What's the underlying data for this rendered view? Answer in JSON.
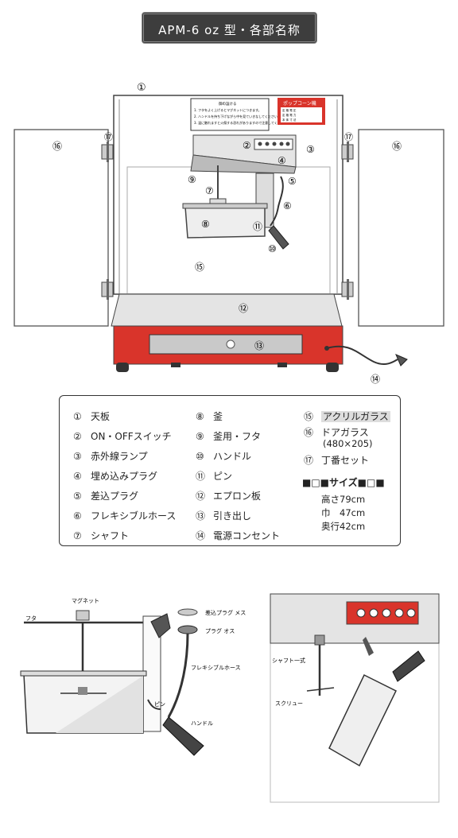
{
  "title": "APM-6 oz 型・各部名称",
  "colors": {
    "red": "#d9342b",
    "frame": "#444",
    "panel": "#c9c9c9"
  },
  "main_diagram": {
    "callouts": [
      "①",
      "②",
      "③",
      "④",
      "⑤",
      "⑥",
      "⑦",
      "⑧",
      "⑨",
      "⑩",
      "⑪",
      "⑫",
      "⑬",
      "⑭",
      "⑮",
      "⑯",
      "⑰"
    ],
    "notice_title": "御の設ける",
    "notice_lines": [
      "1. フタをよく上げるとマグネットにつきます。",
      "2. ハンドルを持ち下げながら中を見ていきなしてください。",
      "3. 温に触れますと火傷する恐れがありますので注意してください。"
    ],
    "sign_title": "ポップコーン機",
    "sign_lines": [
      "定 格 電 圧",
      "定 格 電 力",
      "本 体 寸 法"
    ]
  },
  "legend": {
    "items": [
      {
        "num": "①",
        "label": "天板"
      },
      {
        "num": "②",
        "label": "ON・OFFスイッチ"
      },
      {
        "num": "③",
        "label": "赤外線ランプ"
      },
      {
        "num": "④",
        "label": "埋め込みプラグ"
      },
      {
        "num": "⑤",
        "label": "差込プラグ"
      },
      {
        "num": "⑥",
        "label": "フレキシブルホース"
      },
      {
        "num": "⑦",
        "label": "シャフト"
      },
      {
        "num": "⑧",
        "label": "釜"
      },
      {
        "num": "⑨",
        "label": "釜用・フタ"
      },
      {
        "num": "⑩",
        "label": "ハンドル"
      },
      {
        "num": "⑪",
        "label": "ピン"
      },
      {
        "num": "⑫",
        "label": "エプロン板"
      },
      {
        "num": "⑬",
        "label": "引き出し"
      },
      {
        "num": "⑭",
        "label": "電源コンセント"
      },
      {
        "num": "⑮",
        "label": "アクリルガラス"
      },
      {
        "num": "⑯",
        "label": "ドアガラス"
      },
      {
        "num": "⑰",
        "label": "丁番セット"
      }
    ],
    "door_size": "(480×205)",
    "size_heading": "■□■サイズ■□■",
    "sizes": [
      "高さ79cm",
      "巾　47cm",
      "奥行42cm"
    ]
  },
  "detail_left": {
    "magnet": "マグネット",
    "lid": "フタ",
    "plug_female": "差込プラグ メス",
    "plug_male": "プラグ オス",
    "hose": "フレキシブルホース",
    "pin": "ピン",
    "handle": "ハンドル"
  },
  "detail_right": {
    "shaft": "シャフト一式",
    "screw": "スクリュー"
  }
}
